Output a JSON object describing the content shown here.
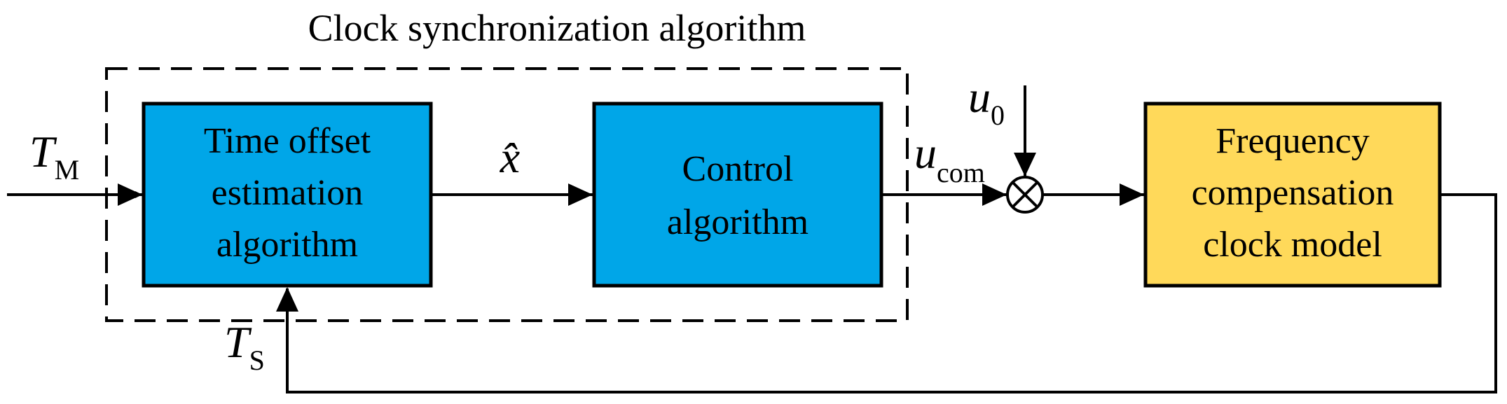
{
  "group_title": "Clock synchronization algorithm",
  "blocks": {
    "time_offset": {
      "lines": [
        "Time offset",
        "estimation",
        "algorithm"
      ],
      "fill": "#00A6E8"
    },
    "control": {
      "lines": [
        "Control",
        "algorithm"
      ],
      "fill": "#00A6E8"
    },
    "frequency": {
      "lines": [
        "Frequency",
        "compensation",
        "clock  model"
      ],
      "fill": "#FFD95A"
    }
  },
  "signals": {
    "input_master": {
      "symbol": "T",
      "subscript": "M"
    },
    "estimate": {
      "symbol": "x̂"
    },
    "control_output": {
      "symbol": "u",
      "subscript": "com"
    },
    "nominal": {
      "symbol": "u",
      "subscript": "0"
    },
    "feedback_slave": {
      "symbol": "T",
      "subscript": "S"
    }
  },
  "summing_junction_symbol": "⊗",
  "colors": {
    "line": "#000000",
    "dashed_border": "#000000"
  }
}
